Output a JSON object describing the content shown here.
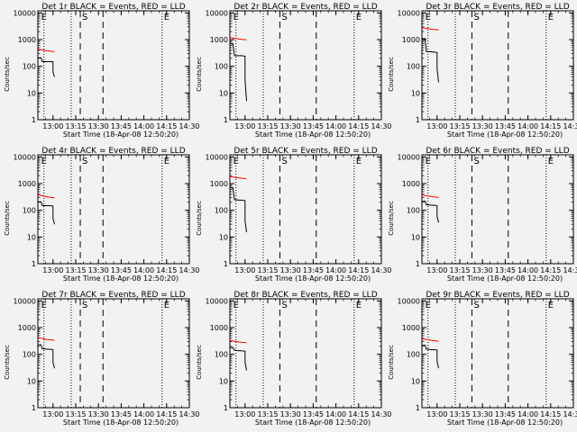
{
  "figure": {
    "background": "#f2f2f2",
    "events_color": "#000000",
    "lld_color": "#ff0000"
  },
  "chart_data": [
    {
      "type": "line",
      "title": "Det 1r BLACK = Events, RED = LLD",
      "xlabel": "Start Time (18-Apr-08 12:50:20)",
      "ylabel": "Counts/sec",
      "scale_y": "log",
      "ylim": [
        1,
        12000
      ],
      "xlim": [
        "12:50",
        "14:30"
      ],
      "x_ticks": [
        "13:00",
        "13:15",
        "13:30",
        "13:45",
        "14:00",
        "14:15",
        "14:30"
      ],
      "y_ticks": [
        "1",
        "10",
        "100",
        "1000",
        "10000"
      ],
      "markers": [
        {
          "label": "E",
          "x": "12:51"
        },
        {
          "label": "S",
          "x": "13:18"
        },
        {
          "label": "E",
          "x": "14:12"
        }
      ],
      "dotted_lines": [
        "12:54",
        "13:12",
        "14:12"
      ],
      "dashed_lines": [
        "13:18",
        "13:33"
      ],
      "series": [
        {
          "name": "LLD",
          "x": [
            "12:50",
            "12:52",
            "12:54",
            "12:56",
            "12:58",
            "13:00",
            "13:01"
          ],
          "values": [
            440,
            420,
            400,
            380,
            370,
            360,
            350
          ]
        },
        {
          "name": "Events",
          "x": [
            "12:50",
            "12:51",
            "12:52",
            "12:53",
            "12:54",
            "12:56",
            "12:58",
            "13:00",
            "13:00",
            "13:01"
          ],
          "values": [
            210,
            205,
            210,
            150,
            150,
            150,
            150,
            150,
            60,
            40
          ]
        }
      ]
    },
    {
      "type": "line",
      "title": "Det 2r BLACK = Events, RED = LLD",
      "xlabel": "Start Time (18-Apr-08 12:50:20)",
      "ylabel": "Counts/sec",
      "scale_y": "log",
      "ylim": [
        1,
        12000
      ],
      "xlim": [
        "12:50",
        "14:30"
      ],
      "x_ticks": [
        "13:00",
        "13:15",
        "13:30",
        "13:45",
        "14:00",
        "14:15",
        "14:30"
      ],
      "y_ticks": [
        "1",
        "10",
        "100",
        "1000",
        "10000"
      ],
      "markers": [
        {
          "label": "E",
          "x": "12:51"
        },
        {
          "label": "S",
          "x": "13:23"
        },
        {
          "label": "E",
          "x": "14:12"
        }
      ],
      "dotted_lines": [
        "12:54",
        "13:12",
        "14:12"
      ],
      "dashed_lines": [
        "13:23",
        "13:47"
      ],
      "series": [
        {
          "name": "LLD",
          "x": [
            "12:50",
            "12:52",
            "12:54",
            "12:56",
            "12:58",
            "13:00",
            "13:01"
          ],
          "values": [
            1200,
            1150,
            1100,
            1050,
            1020,
            1000,
            980
          ]
        },
        {
          "name": "Events",
          "x": [
            "12:50",
            "12:51",
            "12:52",
            "12:53",
            "12:54",
            "12:56",
            "12:58",
            "13:00",
            "13:00",
            "13:01"
          ],
          "values": [
            700,
            690,
            700,
            250,
            250,
            250,
            250,
            240,
            30,
            5
          ]
        }
      ]
    },
    {
      "type": "line",
      "title": "Det 3r BLACK = Events, RED = LLD",
      "xlabel": "Start Time (18-Apr-08 12:50:20)",
      "ylabel": "Counts/sec",
      "scale_y": "log",
      "ylim": [
        1,
        12000
      ],
      "xlim": [
        "12:50",
        "14:30"
      ],
      "x_ticks": [
        "13:00",
        "13:15",
        "13:30",
        "13:45",
        "14:00",
        "14:15",
        "14:30"
      ],
      "y_ticks": [
        "1",
        "10",
        "100",
        "1000",
        "10000"
      ],
      "markers": [
        {
          "label": "E",
          "x": "12:51"
        },
        {
          "label": "S",
          "x": "13:23"
        },
        {
          "label": "E",
          "x": "14:12"
        }
      ],
      "dotted_lines": [
        "12:54",
        "13:12",
        "14:12"
      ],
      "dashed_lines": [
        "13:23",
        "13:47"
      ],
      "series": [
        {
          "name": "LLD",
          "x": [
            "12:50",
            "12:52",
            "12:54",
            "12:56",
            "12:58",
            "13:00",
            "13:01"
          ],
          "values": [
            2800,
            2700,
            2600,
            2500,
            2400,
            2350,
            2300
          ]
        },
        {
          "name": "Events",
          "x": [
            "12:50",
            "12:51",
            "12:52",
            "12:53",
            "12:54",
            "12:56",
            "12:58",
            "13:00",
            "13:00",
            "13:01"
          ],
          "values": [
            1100,
            1080,
            1100,
            350,
            350,
            350,
            340,
            330,
            80,
            25
          ]
        }
      ]
    },
    {
      "type": "line",
      "title": "Det 4r BLACK = Events, RED = LLD",
      "xlabel": "Start Time (18-Apr-08 12:50:20)",
      "ylabel": "Counts/sec",
      "scale_y": "log",
      "ylim": [
        1,
        12000
      ],
      "xlim": [
        "12:50",
        "14:30"
      ],
      "x_ticks": [
        "13:00",
        "13:15",
        "13:30",
        "13:45",
        "14:00",
        "14:15",
        "14:30"
      ],
      "y_ticks": [
        "1",
        "10",
        "100",
        "1000",
        "10000"
      ],
      "markers": [
        {
          "label": "E",
          "x": "12:51"
        },
        {
          "label": "S",
          "x": "13:18"
        },
        {
          "label": "E",
          "x": "14:12"
        }
      ],
      "dotted_lines": [
        "12:54",
        "13:12",
        "14:12"
      ],
      "dashed_lines": [
        "13:18",
        "13:33"
      ],
      "series": [
        {
          "name": "LLD",
          "x": [
            "12:50",
            "12:52",
            "12:54",
            "12:56",
            "12:58",
            "13:00",
            "13:01"
          ],
          "values": [
            380,
            360,
            340,
            320,
            310,
            300,
            290
          ]
        },
        {
          "name": "Events",
          "x": [
            "12:50",
            "12:51",
            "12:52",
            "12:53",
            "12:54",
            "12:56",
            "12:58",
            "13:00",
            "13:00",
            "13:01"
          ],
          "values": [
            210,
            205,
            210,
            150,
            150,
            150,
            150,
            145,
            50,
            30
          ]
        }
      ]
    },
    {
      "type": "line",
      "title": "Det 5r BLACK = Events, RED = LLD",
      "xlabel": "Start Time (18-Apr-08 12:50:20)",
      "ylabel": "Counts/sec",
      "scale_y": "log",
      "ylim": [
        1,
        12000
      ],
      "xlim": [
        "12:50",
        "14:30"
      ],
      "x_ticks": [
        "13:00",
        "13:15",
        "13:30",
        "13:45",
        "14:00",
        "14:15",
        "14:30"
      ],
      "y_ticks": [
        "1",
        "10",
        "100",
        "1000",
        "10000"
      ],
      "markers": [
        {
          "label": "E",
          "x": "12:51"
        },
        {
          "label": "S",
          "x": "13:23"
        },
        {
          "label": "E",
          "x": "14:12"
        }
      ],
      "dotted_lines": [
        "12:54",
        "13:12",
        "14:12"
      ],
      "dashed_lines": [
        "13:23",
        "13:47"
      ],
      "series": [
        {
          "name": "LLD",
          "x": [
            "12:50",
            "12:52",
            "12:54",
            "12:56",
            "12:58",
            "13:00",
            "13:01"
          ],
          "values": [
            1800,
            1750,
            1700,
            1650,
            1600,
            1550,
            1500
          ]
        },
        {
          "name": "Events",
          "x": [
            "12:50",
            "12:51",
            "12:52",
            "12:53",
            "12:54",
            "12:56",
            "12:58",
            "13:00",
            "13:00",
            "13:01"
          ],
          "values": [
            700,
            690,
            700,
            250,
            250,
            240,
            240,
            230,
            40,
            15
          ]
        }
      ]
    },
    {
      "type": "line",
      "title": "Det 6r BLACK = Events, RED = LLD",
      "xlabel": "Start Time (18-Apr-08 12:50:20)",
      "ylabel": "Counts/sec",
      "scale_y": "log",
      "ylim": [
        1,
        12000
      ],
      "xlim": [
        "12:50",
        "14:30"
      ],
      "x_ticks": [
        "13:00",
        "13:15",
        "13:30",
        "13:45",
        "14:00",
        "14:15",
        "14:30"
      ],
      "y_ticks": [
        "1",
        "10",
        "100",
        "1000",
        "10000"
      ],
      "markers": [
        {
          "label": "E",
          "x": "12:51"
        },
        {
          "label": "S",
          "x": "13:23"
        },
        {
          "label": "E",
          "x": "14:12"
        }
      ],
      "dotted_lines": [
        "12:54",
        "13:12",
        "14:12"
      ],
      "dashed_lines": [
        "13:23",
        "13:47"
      ],
      "series": [
        {
          "name": "LLD",
          "x": [
            "12:50",
            "12:52",
            "12:54",
            "12:56",
            "12:58",
            "13:00",
            "13:01"
          ],
          "values": [
            380,
            360,
            345,
            330,
            320,
            310,
            300
          ]
        },
        {
          "name": "Events",
          "x": [
            "12:50",
            "12:51",
            "12:52",
            "12:53",
            "12:54",
            "12:56",
            "12:58",
            "13:00",
            "13:00",
            "13:01"
          ],
          "values": [
            220,
            215,
            220,
            160,
            160,
            155,
            155,
            150,
            60,
            35
          ]
        }
      ]
    },
    {
      "type": "line",
      "title": "Det 7r BLACK = Events, RED = LLD",
      "xlabel": "Start Time (18-Apr-08 12:50:20)",
      "ylabel": "Counts/sec",
      "scale_y": "log",
      "ylim": [
        1,
        12000
      ],
      "xlim": [
        "12:50",
        "14:30"
      ],
      "x_ticks": [
        "13:00",
        "13:15",
        "13:30",
        "13:45",
        "14:00",
        "14:15",
        "14:30"
      ],
      "y_ticks": [
        "1",
        "10",
        "100",
        "1000",
        "10000"
      ],
      "markers": [
        {
          "label": "E",
          "x": "12:51"
        },
        {
          "label": "S",
          "x": "13:18"
        },
        {
          "label": "E",
          "x": "14:12"
        }
      ],
      "dotted_lines": [
        "12:54",
        "13:12",
        "14:12"
      ],
      "dashed_lines": [
        "13:18",
        "13:33"
      ],
      "series": [
        {
          "name": "LLD",
          "x": [
            "12:50",
            "12:52",
            "12:54",
            "12:56",
            "12:58",
            "13:00",
            "13:01"
          ],
          "values": [
            420,
            400,
            380,
            360,
            350,
            340,
            330
          ]
        },
        {
          "name": "Events",
          "x": [
            "12:50",
            "12:51",
            "12:52",
            "12:53",
            "12:54",
            "12:56",
            "12:58",
            "13:00",
            "13:00",
            "13:01"
          ],
          "values": [
            230,
            225,
            230,
            160,
            160,
            155,
            155,
            150,
            50,
            30
          ]
        }
      ]
    },
    {
      "type": "line",
      "title": "Det 8r BLACK = Events, RED = LLD",
      "xlabel": "Start Time (18-Apr-08 12:50:20)",
      "ylabel": "Counts/sec",
      "scale_y": "log",
      "ylim": [
        1,
        12000
      ],
      "xlim": [
        "12:50",
        "14:30"
      ],
      "x_ticks": [
        "13:00",
        "13:15",
        "13:30",
        "13:45",
        "14:00",
        "14:15",
        "14:30"
      ],
      "y_ticks": [
        "1",
        "10",
        "100",
        "1000",
        "10000"
      ],
      "markers": [
        {
          "label": "E",
          "x": "12:51"
        },
        {
          "label": "S",
          "x": "13:23"
        },
        {
          "label": "E",
          "x": "14:12"
        }
      ],
      "dotted_lines": [
        "12:54",
        "13:12",
        "14:12"
      ],
      "dashed_lines": [
        "13:23",
        "13:47"
      ],
      "series": [
        {
          "name": "LLD",
          "x": [
            "12:50",
            "12:52",
            "12:54",
            "12:56",
            "12:58",
            "13:00",
            "13:01"
          ],
          "values": [
            330,
            315,
            300,
            290,
            280,
            275,
            270
          ]
        },
        {
          "name": "Events",
          "x": [
            "12:50",
            "12:51",
            "12:52",
            "12:53",
            "12:54",
            "12:56",
            "12:58",
            "13:00",
            "13:00",
            "13:01"
          ],
          "values": [
            180,
            175,
            180,
            140,
            140,
            135,
            135,
            130,
            50,
            25
          ]
        }
      ]
    },
    {
      "type": "line",
      "title": "Det 9r BLACK = Events, RED = LLD",
      "xlabel": "Start Time (18-Apr-08 12:50:20)",
      "ylabel": "Counts/sec",
      "scale_y": "log",
      "ylim": [
        1,
        12000
      ],
      "xlim": [
        "12:50",
        "14:30"
      ],
      "x_ticks": [
        "13:00",
        "13:15",
        "13:30",
        "13:45",
        "14:00",
        "14:15",
        "14:30"
      ],
      "y_ticks": [
        "1",
        "10",
        "100",
        "1000",
        "10000"
      ],
      "markers": [
        {
          "label": "E",
          "x": "12:51"
        },
        {
          "label": "S",
          "x": "13:23"
        },
        {
          "label": "E",
          "x": "14:12"
        }
      ],
      "dotted_lines": [
        "12:54",
        "13:12",
        "14:12"
      ],
      "dashed_lines": [
        "13:23",
        "13:47"
      ],
      "series": [
        {
          "name": "LLD",
          "x": [
            "12:50",
            "12:52",
            "12:54",
            "12:56",
            "12:58",
            "13:00",
            "13:01"
          ],
          "values": [
            380,
            365,
            350,
            335,
            325,
            315,
            305
          ]
        },
        {
          "name": "Events",
          "x": [
            "12:50",
            "12:51",
            "12:52",
            "12:53",
            "12:54",
            "12:56",
            "12:58",
            "13:00",
            "13:00",
            "13:01"
          ],
          "values": [
            220,
            215,
            220,
            155,
            155,
            150,
            150,
            145,
            55,
            30
          ]
        }
      ]
    }
  ]
}
